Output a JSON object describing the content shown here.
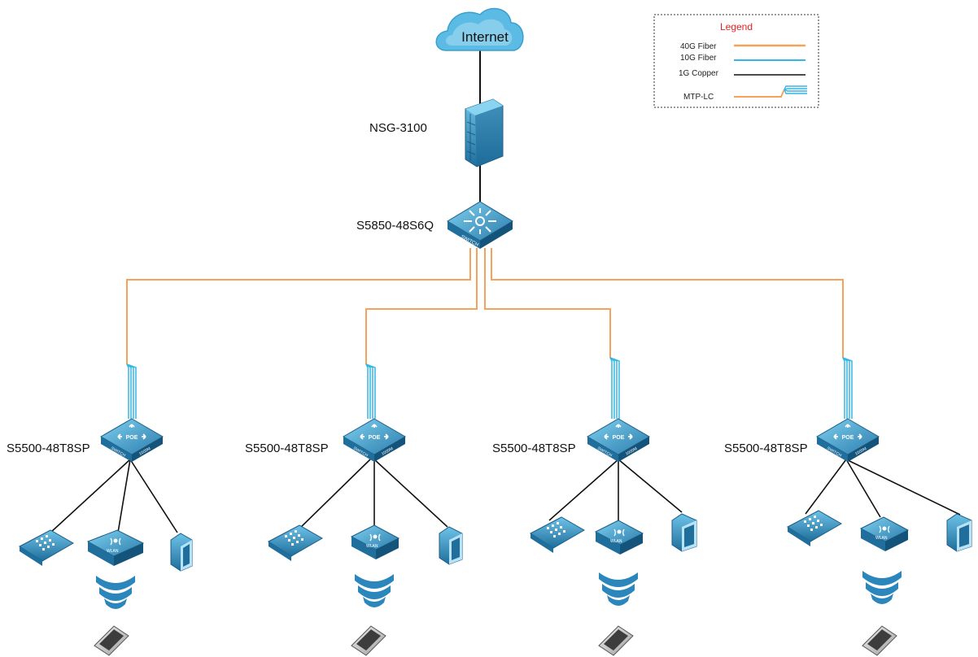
{
  "internet": {
    "label": "Internet"
  },
  "firewall": {
    "label": "NSG-3100"
  },
  "core_switch": {
    "label": "S5850-48S6Q",
    "badge": "SWITCH"
  },
  "access_switches": [
    {
      "label": "S5500-48T8SP",
      "badge_poe": "POE",
      "badge_speed": "1000M",
      "badge_switch": "SWITCH"
    },
    {
      "label": "S5500-48T8SP",
      "badge_poe": "POE",
      "badge_speed": "1000M",
      "badge_switch": "SWITCH"
    },
    {
      "label": "S5500-48T8SP",
      "badge_poe": "POE",
      "badge_speed": "1000M",
      "badge_switch": "SWITCH"
    },
    {
      "label": "S5500-48T8SP",
      "badge_poe": "POE",
      "badge_speed": "1000M",
      "badge_switch": "SWITCH"
    }
  ],
  "endpoints": {
    "ap_badge": "WLAN"
  },
  "legend": {
    "title": "Legend",
    "items": [
      {
        "label": "40G Fiber",
        "color": "#f5a25d"
      },
      {
        "label": "10G Fiber",
        "color": "#36b6e6"
      },
      {
        "label": "1G Copper",
        "color": "#111111"
      },
      {
        "label": "MTP-LC",
        "color": "#f5a25d"
      }
    ],
    "title_color": "#e02020"
  },
  "colors": {
    "fiber40": "#f5a25d",
    "fiber10": "#36b6e6",
    "copper": "#111111",
    "device": "#2a7fb0"
  }
}
